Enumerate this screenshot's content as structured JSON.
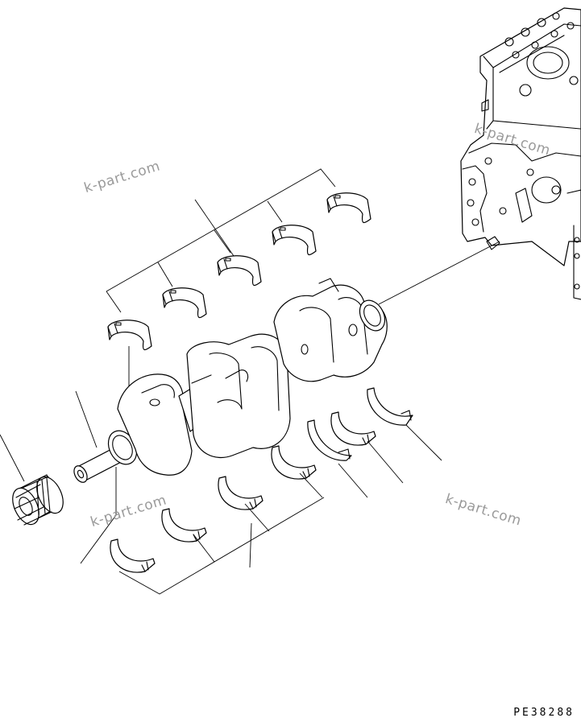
{
  "watermarks": [
    "k-part.com",
    "k-part.com",
    "k-part.com",
    "k-part.com"
  ],
  "drawing_code": "PE38288"
}
